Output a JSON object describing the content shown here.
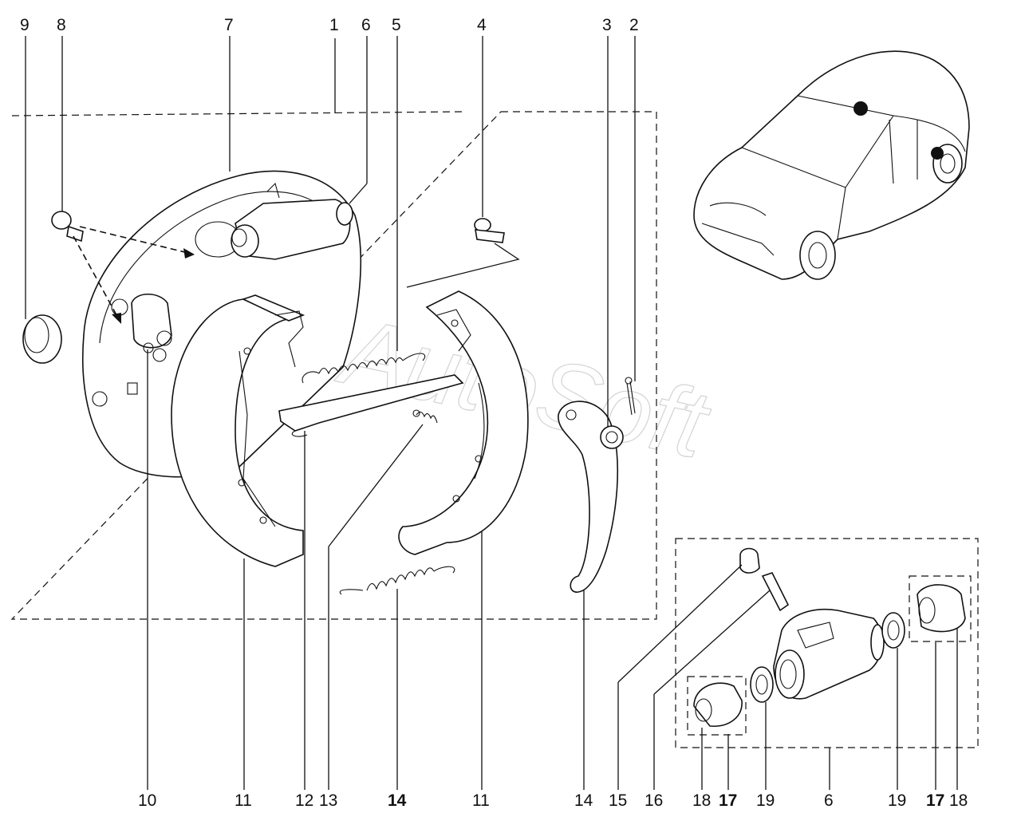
{
  "watermark": "AutoSoft",
  "labels": {
    "l1": "1",
    "l2": "2",
    "l3": "3",
    "l4": "4",
    "l5": "5",
    "l6": "6",
    "l7": "7",
    "l8": "8",
    "l9": "9",
    "b10": "10",
    "b11a": "11",
    "b12": "12",
    "b13": "13",
    "b14a": "14",
    "b11b": "11",
    "b14b": "14",
    "b15": "15",
    "b16": "16",
    "b18a": "18",
    "b17a": "17",
    "b19a": "19",
    "b6": "6",
    "b19b": "19",
    "b17b": "17",
    "b18b": "18"
  }
}
